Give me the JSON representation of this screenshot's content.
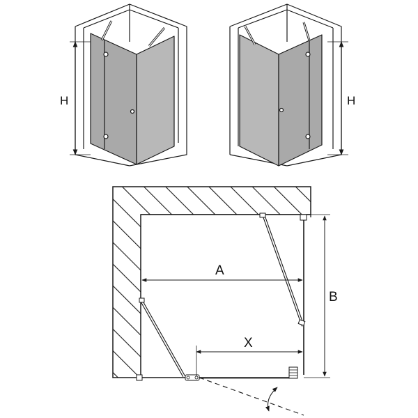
{
  "labels": {
    "height_left": "H",
    "height_right": "H",
    "width_a": "A",
    "depth_b": "B",
    "opening_x": "X"
  },
  "colors": {
    "stroke": "#1a1a1a",
    "glass": "#a9a9a9",
    "glass_light": "#c4c4c4",
    "wall": "#ffffff"
  }
}
